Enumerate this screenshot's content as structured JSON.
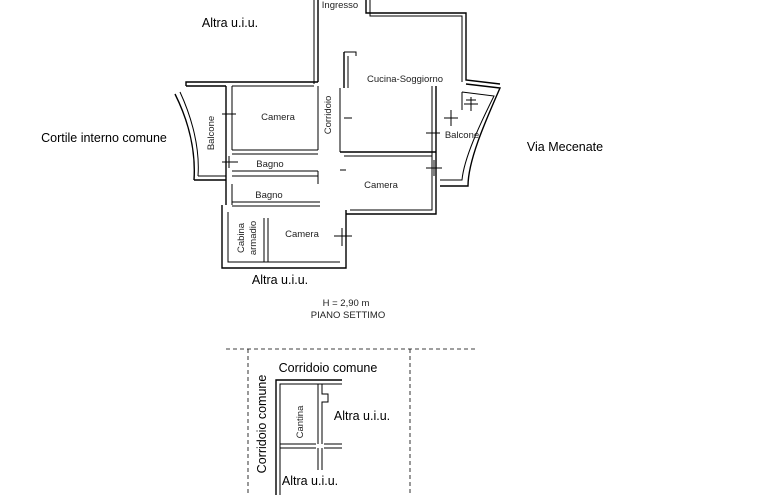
{
  "floor_plan": {
    "labels": {
      "ingresso": "Ingresso",
      "altra_top": "Altra u.i.u.",
      "cucina_soggiorno": "Cucina-Soggiorno",
      "corridoio": "Corridoio",
      "camera_left": "Camera",
      "balcone_left": "Balcone",
      "bagno_upper": "Bagno",
      "bagno_lower": "Bagno",
      "cabina": "Cabina",
      "armadio": "armadio",
      "camera_bottom": "Camera",
      "camera_right": "Camera",
      "balcone_right": "Balcone",
      "cortile": "Cortile interno comune",
      "via": "Via Mecenate",
      "altra_bottom": "Altra u.i.u."
    },
    "height_note": "H = 2,90 m",
    "floor_name": "PIANO SETTIMO"
  },
  "cellar_plan": {
    "labels": {
      "corridoio_comune_top": "Corridoio comune",
      "corridoio_comune_side": "Corridoio comune",
      "cantina": "Cantina",
      "altra_right": "Altra u.i.u.",
      "altra_bottom": "Altra u.i.u."
    }
  }
}
